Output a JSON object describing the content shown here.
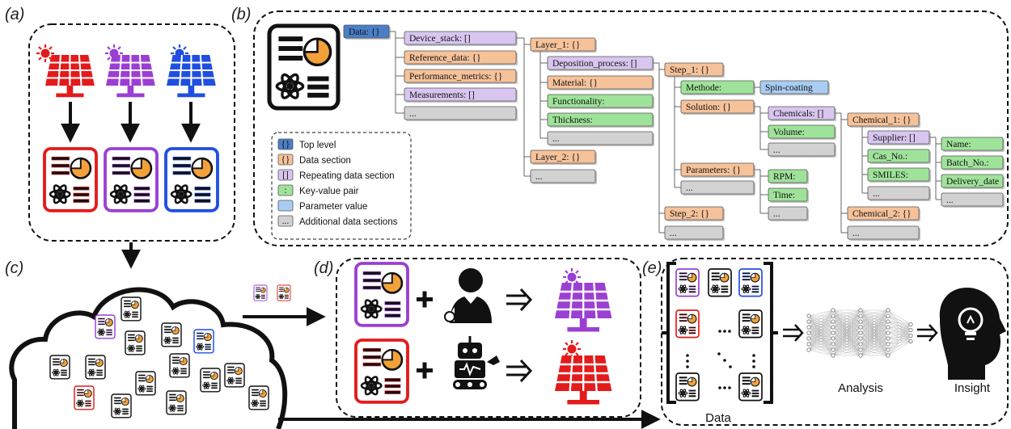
{
  "panels": {
    "a": "(a)",
    "b": "(b)",
    "c": "(c)",
    "d": "(d)",
    "e": "(e)"
  },
  "colors": {
    "red": "#e31b1b",
    "purple": "#9b3fd4",
    "blue": "#1f4fe0",
    "orange": "#f2a13a",
    "top_level": "#4a7fc8",
    "data_section": "#f6c29a",
    "repeating": "#d8c6f0",
    "key_value": "#9fe39a",
    "param_value": "#a9cdf2",
    "additional": "#d2d2d2"
  },
  "tree": {
    "root": "Data: {}",
    "level1": [
      "Device_stack: []",
      "Reference_data: {}",
      "Performance_metrics: {}",
      "Measurements: []",
      "..."
    ],
    "layers": [
      "Layer_1: {}",
      "Layer_2: {}",
      "..."
    ],
    "layer1_items": [
      "Deposition_process: []",
      "Material: {}",
      "Functionality:",
      "Thickness:",
      "..."
    ],
    "steps": [
      "Step_1: {}",
      "Step_2: {}",
      "..."
    ],
    "step1_items": [
      "Methode:",
      "Solution: {}",
      "Parameters: {}",
      "..."
    ],
    "method_value": "Spin-coating",
    "solution_items": [
      "Chemicals: []",
      "Volume:",
      "..."
    ],
    "parameter_items": [
      "RPM:",
      "Time:",
      "..."
    ],
    "chemicals": [
      "Chemical_1: {}",
      "Chemical_2: {}",
      "..."
    ],
    "chemical1_items": [
      "Supplier: []",
      "Cas_No.:",
      "SMILES:",
      "..."
    ],
    "supplier_items": [
      "Name:",
      "Batch_No.:",
      "Delivery_date",
      "..."
    ]
  },
  "legend": [
    {
      "symbol": "{}",
      "label": "Top level",
      "kind": "top_level"
    },
    {
      "symbol": "{}",
      "label": "Data section",
      "kind": "data_section"
    },
    {
      "symbol": "[]",
      "label": "Repeating data section",
      "kind": "repeating"
    },
    {
      "symbol": ":",
      "label": "Key-value pair",
      "kind": "key_value"
    },
    {
      "symbol": "",
      "label": "Parameter value",
      "kind": "param_value"
    },
    {
      "symbol": "...",
      "label": "Additional data sections",
      "kind": "additional"
    }
  ],
  "panel_e": {
    "data_label": "Data",
    "analysis_label": "Analysis",
    "insight_label": "Insight"
  },
  "icons": [
    "solar-panel-icon",
    "sun-icon",
    "document-icon",
    "pie-chart-icon",
    "atom-icon",
    "cloud-icon",
    "scientist-icon",
    "robot-icon",
    "neural-network-icon",
    "head-lightbulb-icon"
  ]
}
